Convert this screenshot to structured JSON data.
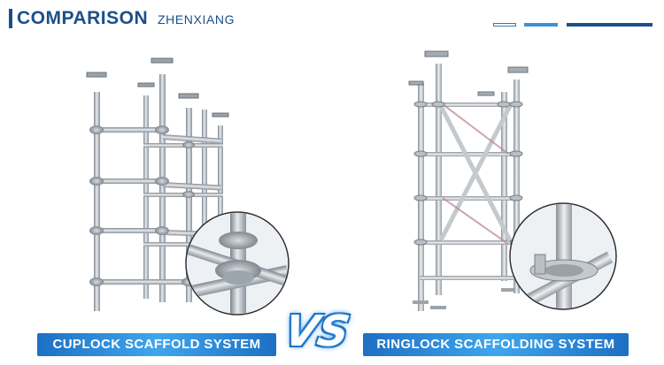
{
  "header": {
    "title": "COMPARISON",
    "brand": "ZHENXIANG"
  },
  "colors": {
    "brand_blue": "#1b4f8a",
    "accent_blue": "#3a92d4",
    "label_blue": "#1d6fc4",
    "steel": "#b5bcc4"
  },
  "left_panel": {
    "label": "CUPLOCK SCAFFOLD SYSTEM",
    "image": "cuplock-scaffold-tower",
    "detail": "cuplock-joint-closeup"
  },
  "right_panel": {
    "label": "RINGLOCK SCAFFOLDING SYSTEM",
    "image": "ringlock-scaffold-tower",
    "detail": "ringlock-rosette-closeup"
  },
  "vs": {
    "text": "VS"
  }
}
